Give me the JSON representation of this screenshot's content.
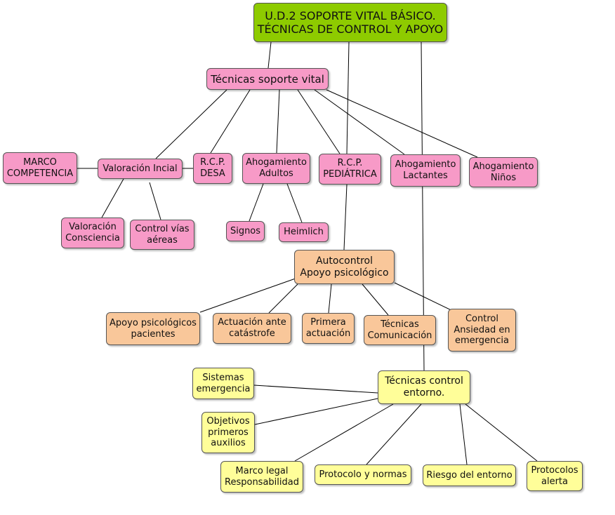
{
  "colors": {
    "root": "#8ecb00",
    "support": "#f79ac7",
    "psychological": "#f9c79a",
    "environment": "#fffe99",
    "line": "#000000"
  },
  "nodes": {
    "root": "U.D.2 SOPORTE VITAL BÁSICO.\nTÉCNICAS DE CONTROL Y APOYO",
    "tecnicas_soporte": "Técnicas soporte vital",
    "marco_competencia": "MARCO\nCOMPETENCIA",
    "valoracion_inicial": "Valoración Incial",
    "rcp_desa": "R.C.P.\nDESA",
    "ahogamiento_adultos": "Ahogamiento\nAdultos",
    "rcp_pediatrica": "R.C.P.\nPEDIÁTRICA",
    "ahogamiento_lactantes": "Ahogamiento\nLactantes",
    "ahogamiento_ninos": "Ahogamiento\nNiños",
    "valoracion_consciencia": "Valoración\nConsciencia",
    "control_vias": "Control vías\naéreas",
    "signos": "Signos",
    "heimlich": "Heimlich",
    "autocontrol": "Autocontrol\nApoyo psicológico",
    "apoyo_pacientes": "Apoyo psicológicos\npacientes",
    "actuacion_catastrofe": "Actuación ante\ncatástrofe",
    "primera_actuacion": "Primera\nactuación",
    "tecnicas_comunicacion": "Técnicas\nComunicación",
    "control_ansiedad": "Control\nAnsiedad en\nemergencia",
    "tecnicas_entorno": "Técnicas control\nentorno.",
    "sistemas_emergencia": "Sistemas\nemergencia",
    "objetivos_auxilios": "Objetivos\nprimeros\nauxilios",
    "marco_legal": "Marco legal\nResponsabilidad",
    "protocolo_normas": "Protocolo y normas",
    "riesgo_entorno": "Riesgo del entorno",
    "protocolos_alerta": "Protocolos\nalerta"
  }
}
